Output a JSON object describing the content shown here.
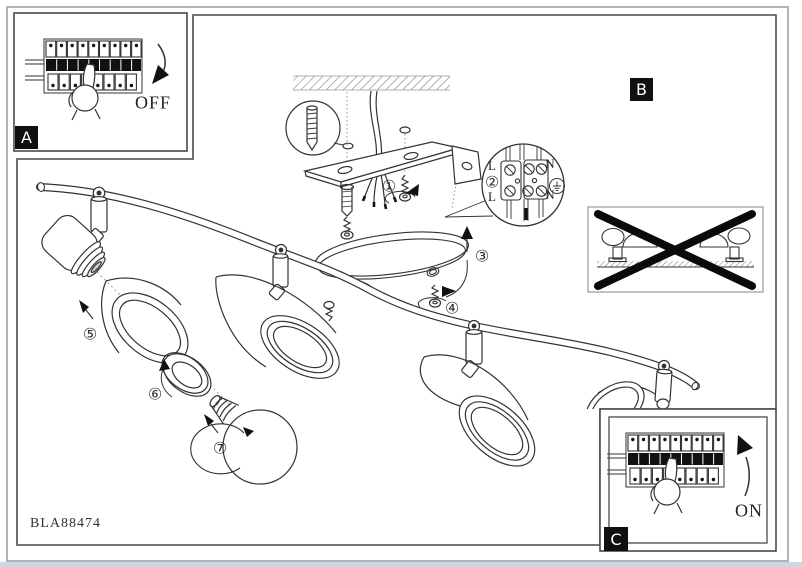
{
  "product_code": "BLA88474",
  "panel_a": {
    "label": "A",
    "action": "OFF"
  },
  "panel_b": {
    "label": "B"
  },
  "panel_c": {
    "label": "C",
    "action": "ON"
  },
  "terminal_detail": {
    "top_left": "L",
    "top_right": "N",
    "bottom_left": "L",
    "bottom_right": "N",
    "step": "②",
    "earth_icon": "earth-ground-symbol"
  },
  "steps": {
    "1": "①",
    "3": "③",
    "4": "④",
    "5": "⑤",
    "6": "⑥",
    "7": "⑦"
  },
  "icons": {
    "hatch_ceiling": "ceiling-hatch",
    "wall_plug": "wall-plug-detail",
    "prohibited": "crossed-out-mounting",
    "breaker": "circuit-breaker-row",
    "hand": "pointing-hand"
  },
  "colors": {
    "line": "#333333",
    "label_bg": "#101010",
    "label_fg": "#ffffff",
    "outer_border": "#b3b3b3",
    "footer_strip": "#ccd9e3"
  }
}
